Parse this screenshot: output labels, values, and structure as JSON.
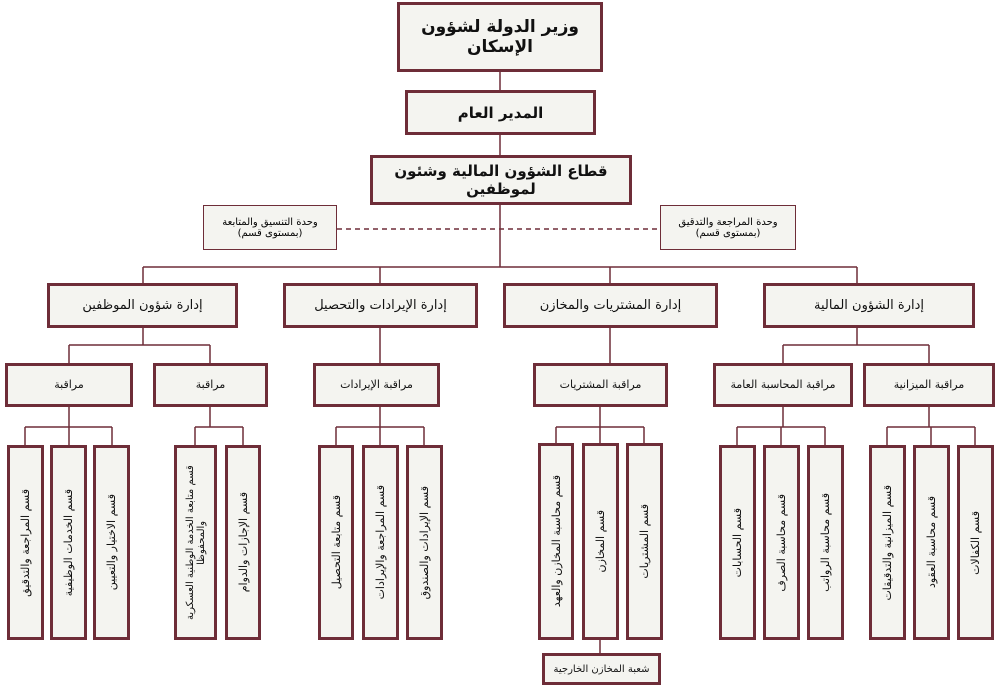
{
  "minister": "وزير الدولة لشؤون الإسكان",
  "director": "المدير العام",
  "sector": "قطاع الشؤون المالية وشئون لموظفين",
  "units": [
    {
      "name": "وحدة التنسيق والمتابعة",
      "note": "(بمستوى قسم)"
    },
    {
      "name": "وحدة المراجعة والتدقيق",
      "note": "(بمستوى قسم)"
    }
  ],
  "departments": [
    "إدارة شؤون الموظفين",
    "إدارة الإيرادات والتحصيل",
    "إدارة المشتريات والمخازن",
    "إدارة الشؤون المالية"
  ],
  "controls": [
    "مراقبة",
    "مراقبة",
    "مراقبة الإيرادات",
    "مراقبة المشتريات",
    "مراقبة المحاسبة العامة",
    "مراقبة الميزانية"
  ],
  "sections": [
    "قسم المراجعة والتدقيق",
    "قسم الخدمات الوظيفية",
    "قسم الاختيار والتعيين",
    "قسم متابعة الخدمة الوطنية العسكرية والمحفوظا",
    "قسم الإجازات والدوام",
    "قسم متابعة التحصيل",
    "قسم المراجعة والإيرادات",
    "قسم الإيرادات والصندوق",
    "قسم محاسبة المخازن والعهد",
    "قسم المخازن",
    "قسم المشتريات",
    "قسم الحسابات",
    "قسم محاسبة الصرف",
    "قسم محاسبة الرواتب",
    "قسم الميزانية والتدقيقات",
    "قسم محاسبة العقود",
    "قسم الكفالات"
  ],
  "branch": "شعبة المخازن الخارجية",
  "colors": {
    "border": "#6e2d38",
    "fill": "#f4f4f0"
  }
}
